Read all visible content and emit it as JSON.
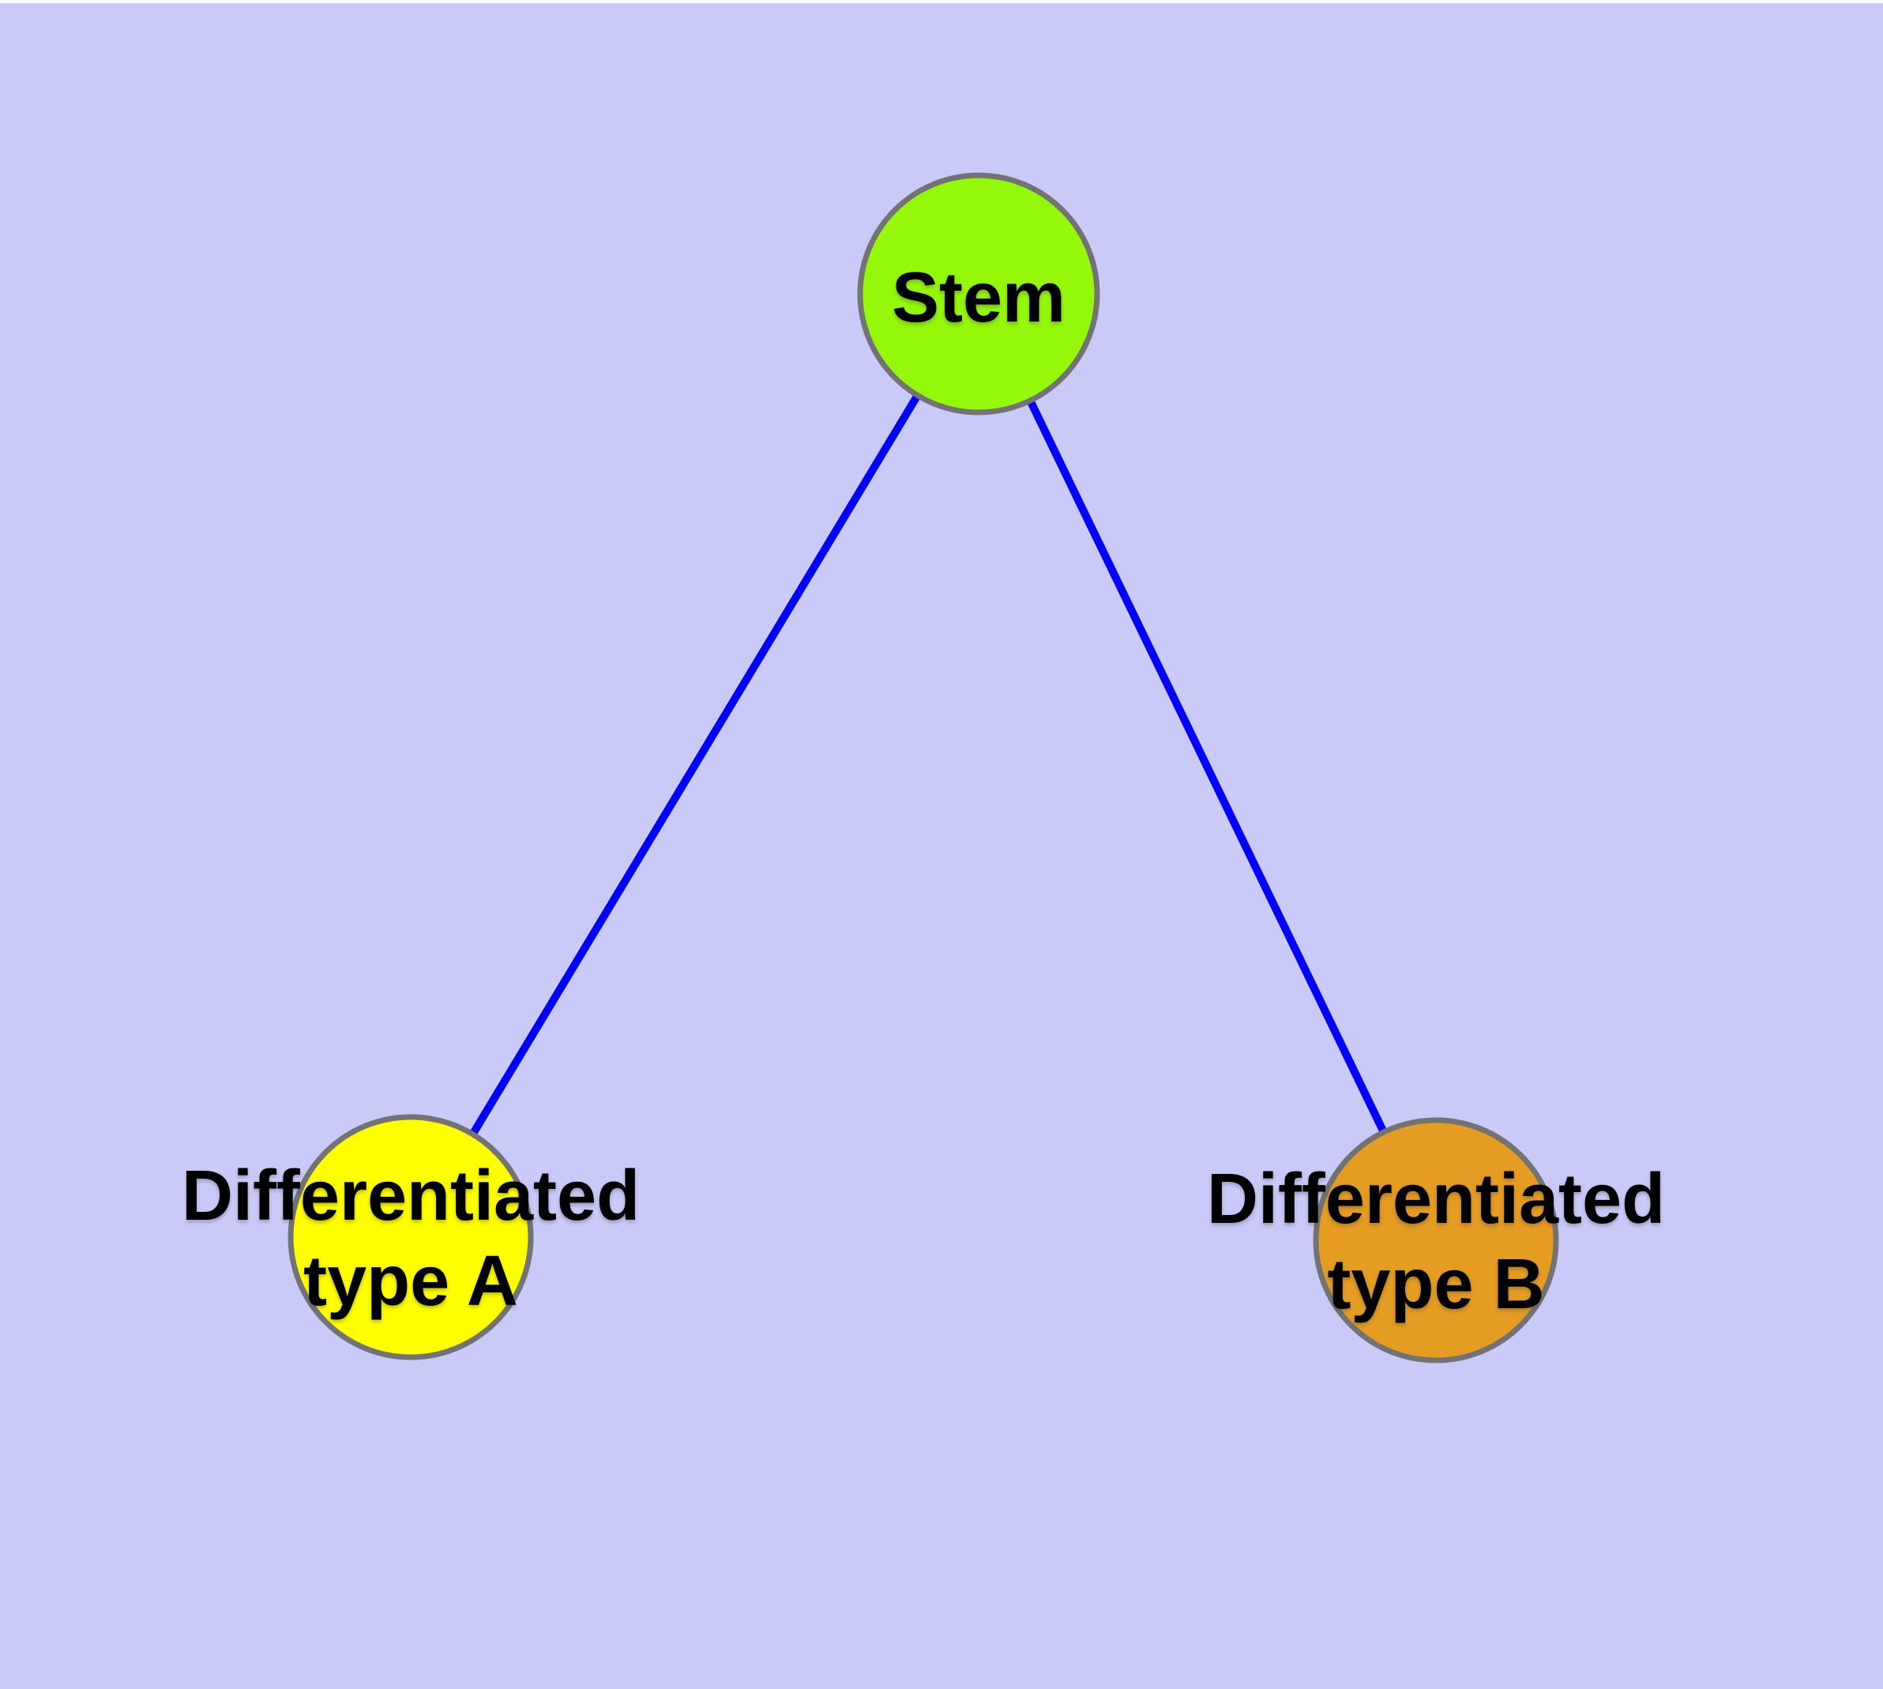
{
  "diagram": {
    "type": "graph",
    "background_color": "#cacaf8",
    "top_margin_color": "#ffffff",
    "edge_color": "#0000fa",
    "node_border_color": "#737373",
    "label_color": "#000000",
    "nodes": [
      {
        "id": "stem",
        "label": "Stem",
        "color": "#95f80a"
      },
      {
        "id": "differentiated-type-a",
        "label": "Differentiated\ntype A",
        "color": "#ffff00"
      },
      {
        "id": "differentiated-type-b",
        "label": "Differentiated\ntype B",
        "color": "#e59c23"
      }
    ],
    "edges": [
      {
        "from": "Stem",
        "to": "Differentiated type A"
      },
      {
        "from": "Stem",
        "to": "Differentiated type B"
      }
    ]
  }
}
